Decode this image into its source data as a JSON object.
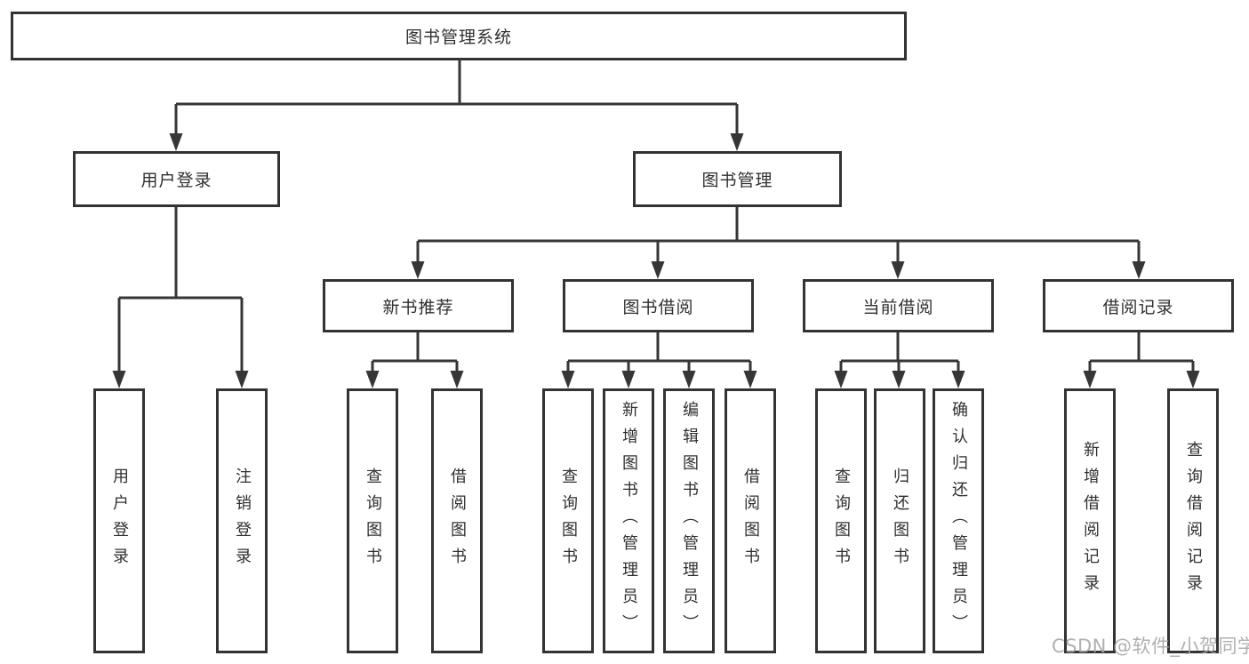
{
  "diagram": {
    "root": {
      "label": "图书管理系统"
    },
    "branches": [
      {
        "label": "用户登录",
        "children": [
          {
            "label": "用户登录"
          },
          {
            "label": "注销登录"
          }
        ]
      },
      {
        "label": "图书管理",
        "children": [
          {
            "label": "新书推荐",
            "children": [
              {
                "label": "查询图书"
              },
              {
                "label": "借阅图书"
              }
            ]
          },
          {
            "label": "图书借阅",
            "children": [
              {
                "label": "查询图书"
              },
              {
                "label": "新增图书（管理员）"
              },
              {
                "label": "编辑图书（管理员）"
              },
              {
                "label": "借阅图书"
              }
            ]
          },
          {
            "label": "当前借阅",
            "children": [
              {
                "label": "查询图书"
              },
              {
                "label": "归还图书"
              },
              {
                "label": "确认归还（管理员）"
              }
            ]
          },
          {
            "label": "借阅记录",
            "children": [
              {
                "label": "新增借阅记录"
              },
              {
                "label": "查询借阅记录"
              }
            ]
          }
        ]
      }
    ]
  },
  "watermark": {
    "text": "CSDN @软件_小贺同学"
  },
  "colors": {
    "line": "#363636",
    "box_border": "#333333",
    "box_fill": "#ffffff",
    "text": "#2f2f2f",
    "watermark": "#a5a5a5"
  }
}
